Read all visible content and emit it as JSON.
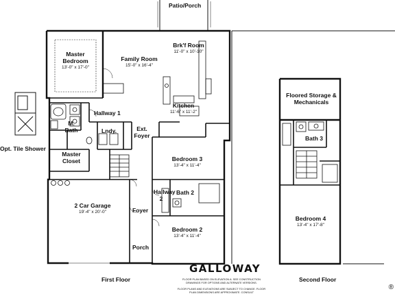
{
  "plan_name": "GALLOWAY",
  "floors": {
    "first": "First Floor",
    "second": "Second Floor"
  },
  "notes": [
    "FLOOR PLAN BASED ON ELEVATION A. SEE CONSTRUCTION DRAWINGS FOR OPTIONS AND ALTERNATE VERSIONS.",
    "FLOOR PLANS AND ELEVATIONS ARE SUBJECT TO CHANGE. FLOOR PLAN DIMENSIONS ARE APPROXIMATE. CONSULT"
  ],
  "rooms": {
    "patio": {
      "name": "Patio/Porch"
    },
    "master_bedroom": {
      "name": "Master Bedroom",
      "dims": "13'-0\" x 17'-0\""
    },
    "family_room": {
      "name": "Family Room",
      "dims": "15'-0\" x 16'-4\""
    },
    "breakfast_room": {
      "name": "Brk'f Room",
      "dims": "11'-0\" x 10'-10\""
    },
    "kitchen": {
      "name": "Kitchen",
      "dims": "11'-6\" x 11'-2\""
    },
    "hallway1": {
      "name": "Hallway 1"
    },
    "m_bath": {
      "name": "M. Bath"
    },
    "laundry": {
      "name": "Lndy."
    },
    "ext_foyer": {
      "name": "Ext. Foyer"
    },
    "master_closet": {
      "name": "Master Closet"
    },
    "opt_tile_shower": {
      "name": "Opt. Tile Shower"
    },
    "bedroom3": {
      "name": "Bedroom 3",
      "dims": "13'-4\" x 11'-4\""
    },
    "hallway2": {
      "name": "Hallway 2"
    },
    "bath2": {
      "name": "Bath 2"
    },
    "garage": {
      "name": "2 Car Garage",
      "dims": "19'-4\" x 20'-0\""
    },
    "foyer": {
      "name": "Foyer"
    },
    "bedroom2": {
      "name": "Bedroom 2",
      "dims": "13'-4\" x 11'-4\""
    },
    "porch": {
      "name": "Porch"
    },
    "floored_storage": {
      "name": "Floored Storage & Mechanicals"
    },
    "bath3": {
      "name": "Bath 3"
    },
    "bedroom4": {
      "name": "Bedroom 4",
      "dims": "13'-4\" x 17'-8\""
    }
  },
  "symbols": {
    "registered_mark": "®"
  }
}
